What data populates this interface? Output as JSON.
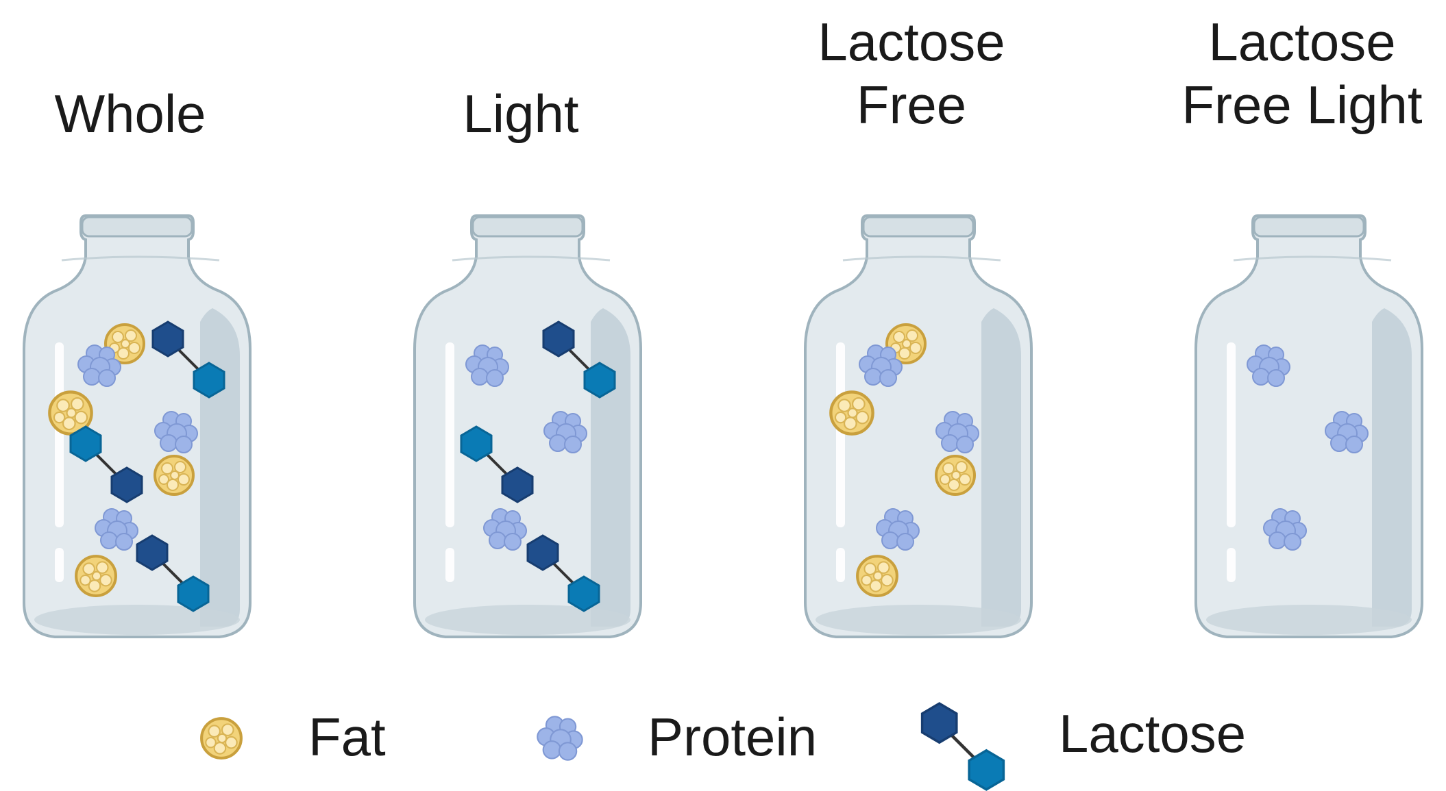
{
  "jars": [
    {
      "title": "Whole",
      "contents": {
        "fat": 4,
        "protein": 3,
        "lactose": 3
      }
    },
    {
      "title": "Light",
      "contents": {
        "fat": 0,
        "protein": 3,
        "lactose": 3
      }
    },
    {
      "title": "Lactose\nFree",
      "contents": {
        "fat": 4,
        "protein": 3,
        "lactose": 0
      }
    },
    {
      "title": "Lactose\nFree Light",
      "contents": {
        "fat": 0,
        "protein": 3,
        "lactose": 0
      }
    }
  ],
  "legend": {
    "fat": "Fat",
    "protein": "Protein",
    "lactose": "Lactose"
  },
  "colors": {
    "fat": "#f2d37a",
    "fat_outline": "#c9a03d",
    "protein": "#9db4e8",
    "lactose_dark": "#1f4e8c",
    "lactose_light": "#0a7bb5",
    "glass": "#e3eaee",
    "glass_shade": "#c2d0d8",
    "glass_outline": "#9fb3bd"
  }
}
